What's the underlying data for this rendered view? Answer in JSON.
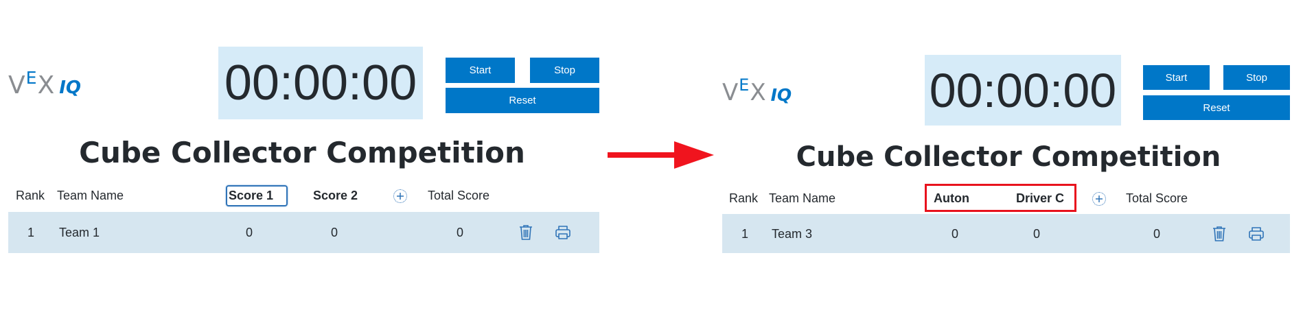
{
  "before": {
    "logo": {
      "vex_v": "V",
      "vex_e": "E",
      "vex_x": "X",
      "iq": "IQ"
    },
    "timer": "00:00:00",
    "buttons": {
      "start": "Start",
      "stop": "Stop",
      "reset": "Reset"
    },
    "title": "Cube Collector Competition",
    "headers": {
      "rank": "Rank",
      "team_name": "Team Name",
      "score1": "Score 1",
      "score2": "Score 2",
      "total": "Total Score"
    },
    "row": {
      "rank": "1",
      "team": "Team 1",
      "score1": "0",
      "score2": "0",
      "total": "0"
    }
  },
  "after": {
    "logo": {
      "vex_v": "V",
      "vex_e": "E",
      "vex_x": "X",
      "iq": "IQ"
    },
    "timer": "00:00:00",
    "buttons": {
      "start": "Start",
      "stop": "Stop",
      "reset": "Reset"
    },
    "title": "Cube Collector Competition",
    "headers": {
      "rank": "Rank",
      "team_name": "Team Name",
      "score1": "Auton",
      "score2": "Driver C",
      "total": "Total Score"
    },
    "row": {
      "rank": "1",
      "team": "Team 3",
      "score1": "0",
      "score2": "0",
      "total": "0"
    }
  },
  "colors": {
    "accent": "#0077c8",
    "timer_bg": "#d6ebf8",
    "row_bg": "#d6e6f0",
    "highlight": "#e8121d",
    "arrow": "#f0141e"
  },
  "icons": [
    "add-column-icon",
    "trash-icon",
    "print-icon",
    "arrow-right-icon"
  ]
}
